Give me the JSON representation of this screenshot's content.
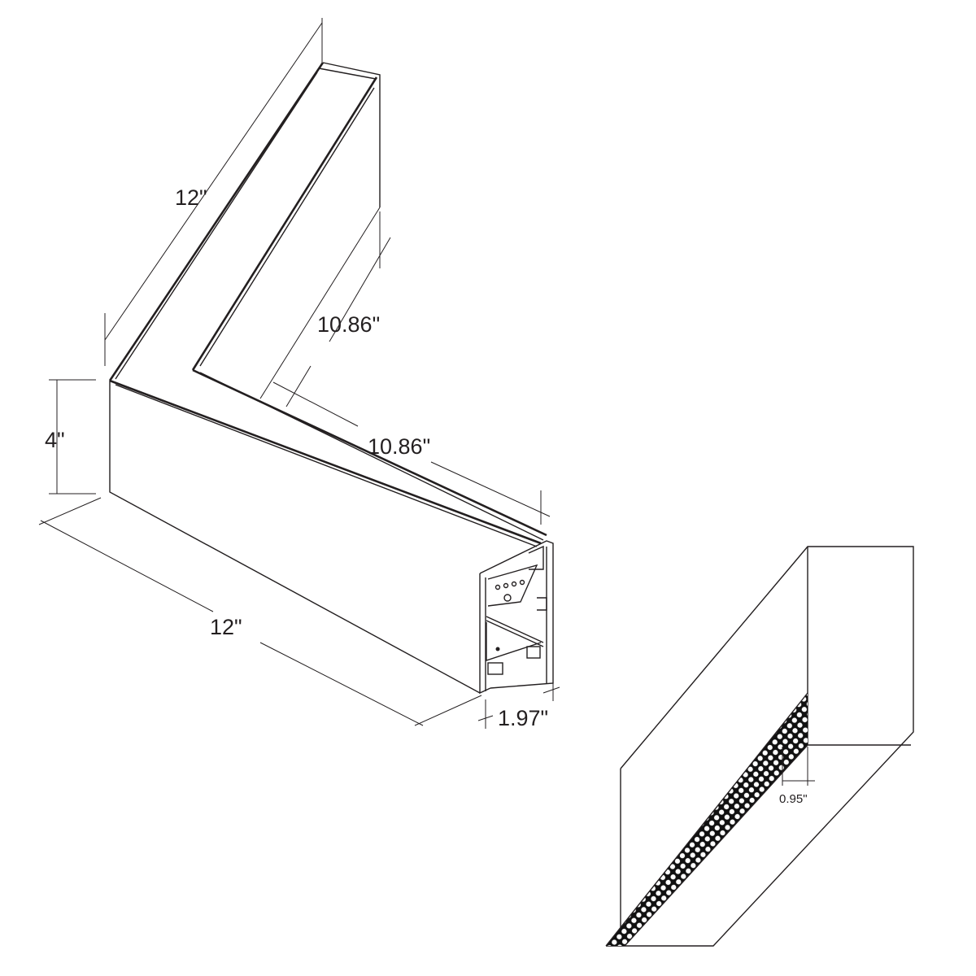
{
  "diagram": {
    "main_view": {
      "dimensions": {
        "top_arm_length": "12\"",
        "inner_top_length": "10.86\"",
        "inner_side_length": "10.86\"",
        "height": "4\"",
        "side_arm_length": "12\"",
        "width": "1.97\""
      }
    },
    "detail_view": {
      "dimensions": {
        "lens_width": "0.95\""
      }
    },
    "colors": {
      "line": "#231f20",
      "background": "#ffffff"
    }
  }
}
